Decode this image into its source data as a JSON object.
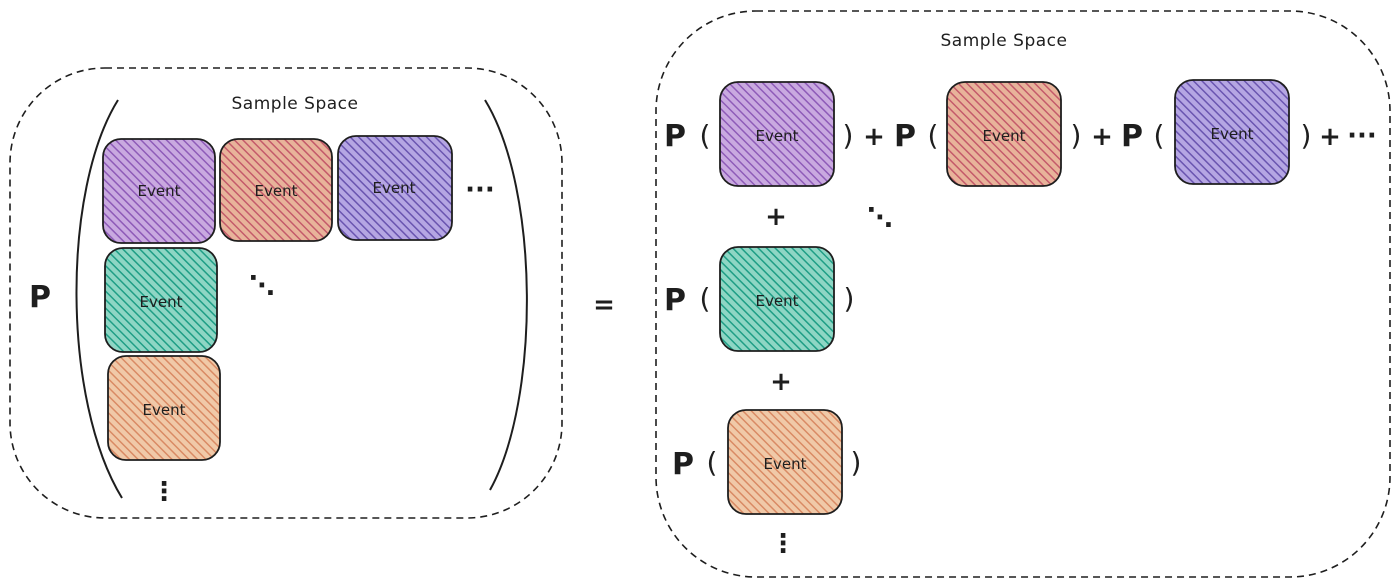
{
  "colors": {
    "purple": "#8e5bb8",
    "red": "#c45a6a",
    "violet": "#6a55b0",
    "teal": "#1f9e86",
    "orange": "#d98a64",
    "outline": "#1e1e1e"
  },
  "left": {
    "title": "Sample Space",
    "prob_symbol": "P",
    "event_label": "Event",
    "h_ellipsis": "···",
    "diag_ellipsis": "⋱",
    "v_ellipsis": "⋮",
    "events": [
      {
        "id": "l1",
        "color": "purple"
      },
      {
        "id": "l2",
        "color": "red"
      },
      {
        "id": "l3",
        "color": "violet"
      },
      {
        "id": "l4",
        "color": "teal"
      },
      {
        "id": "l5",
        "color": "orange"
      }
    ]
  },
  "equals": "=",
  "right": {
    "title": "Sample Space",
    "prob_symbol": "P",
    "open_paren": "(",
    "close_paren": ")",
    "plus": "+",
    "event_label": "Event",
    "h_ellipsis": "···",
    "diag_ellipsis": "⋱",
    "v_ellipsis": "⋮",
    "events": [
      {
        "id": "r1",
        "color": "purple"
      },
      {
        "id": "r2",
        "color": "red"
      },
      {
        "id": "r3",
        "color": "violet"
      },
      {
        "id": "r4",
        "color": "teal"
      },
      {
        "id": "r5",
        "color": "orange"
      }
    ]
  }
}
